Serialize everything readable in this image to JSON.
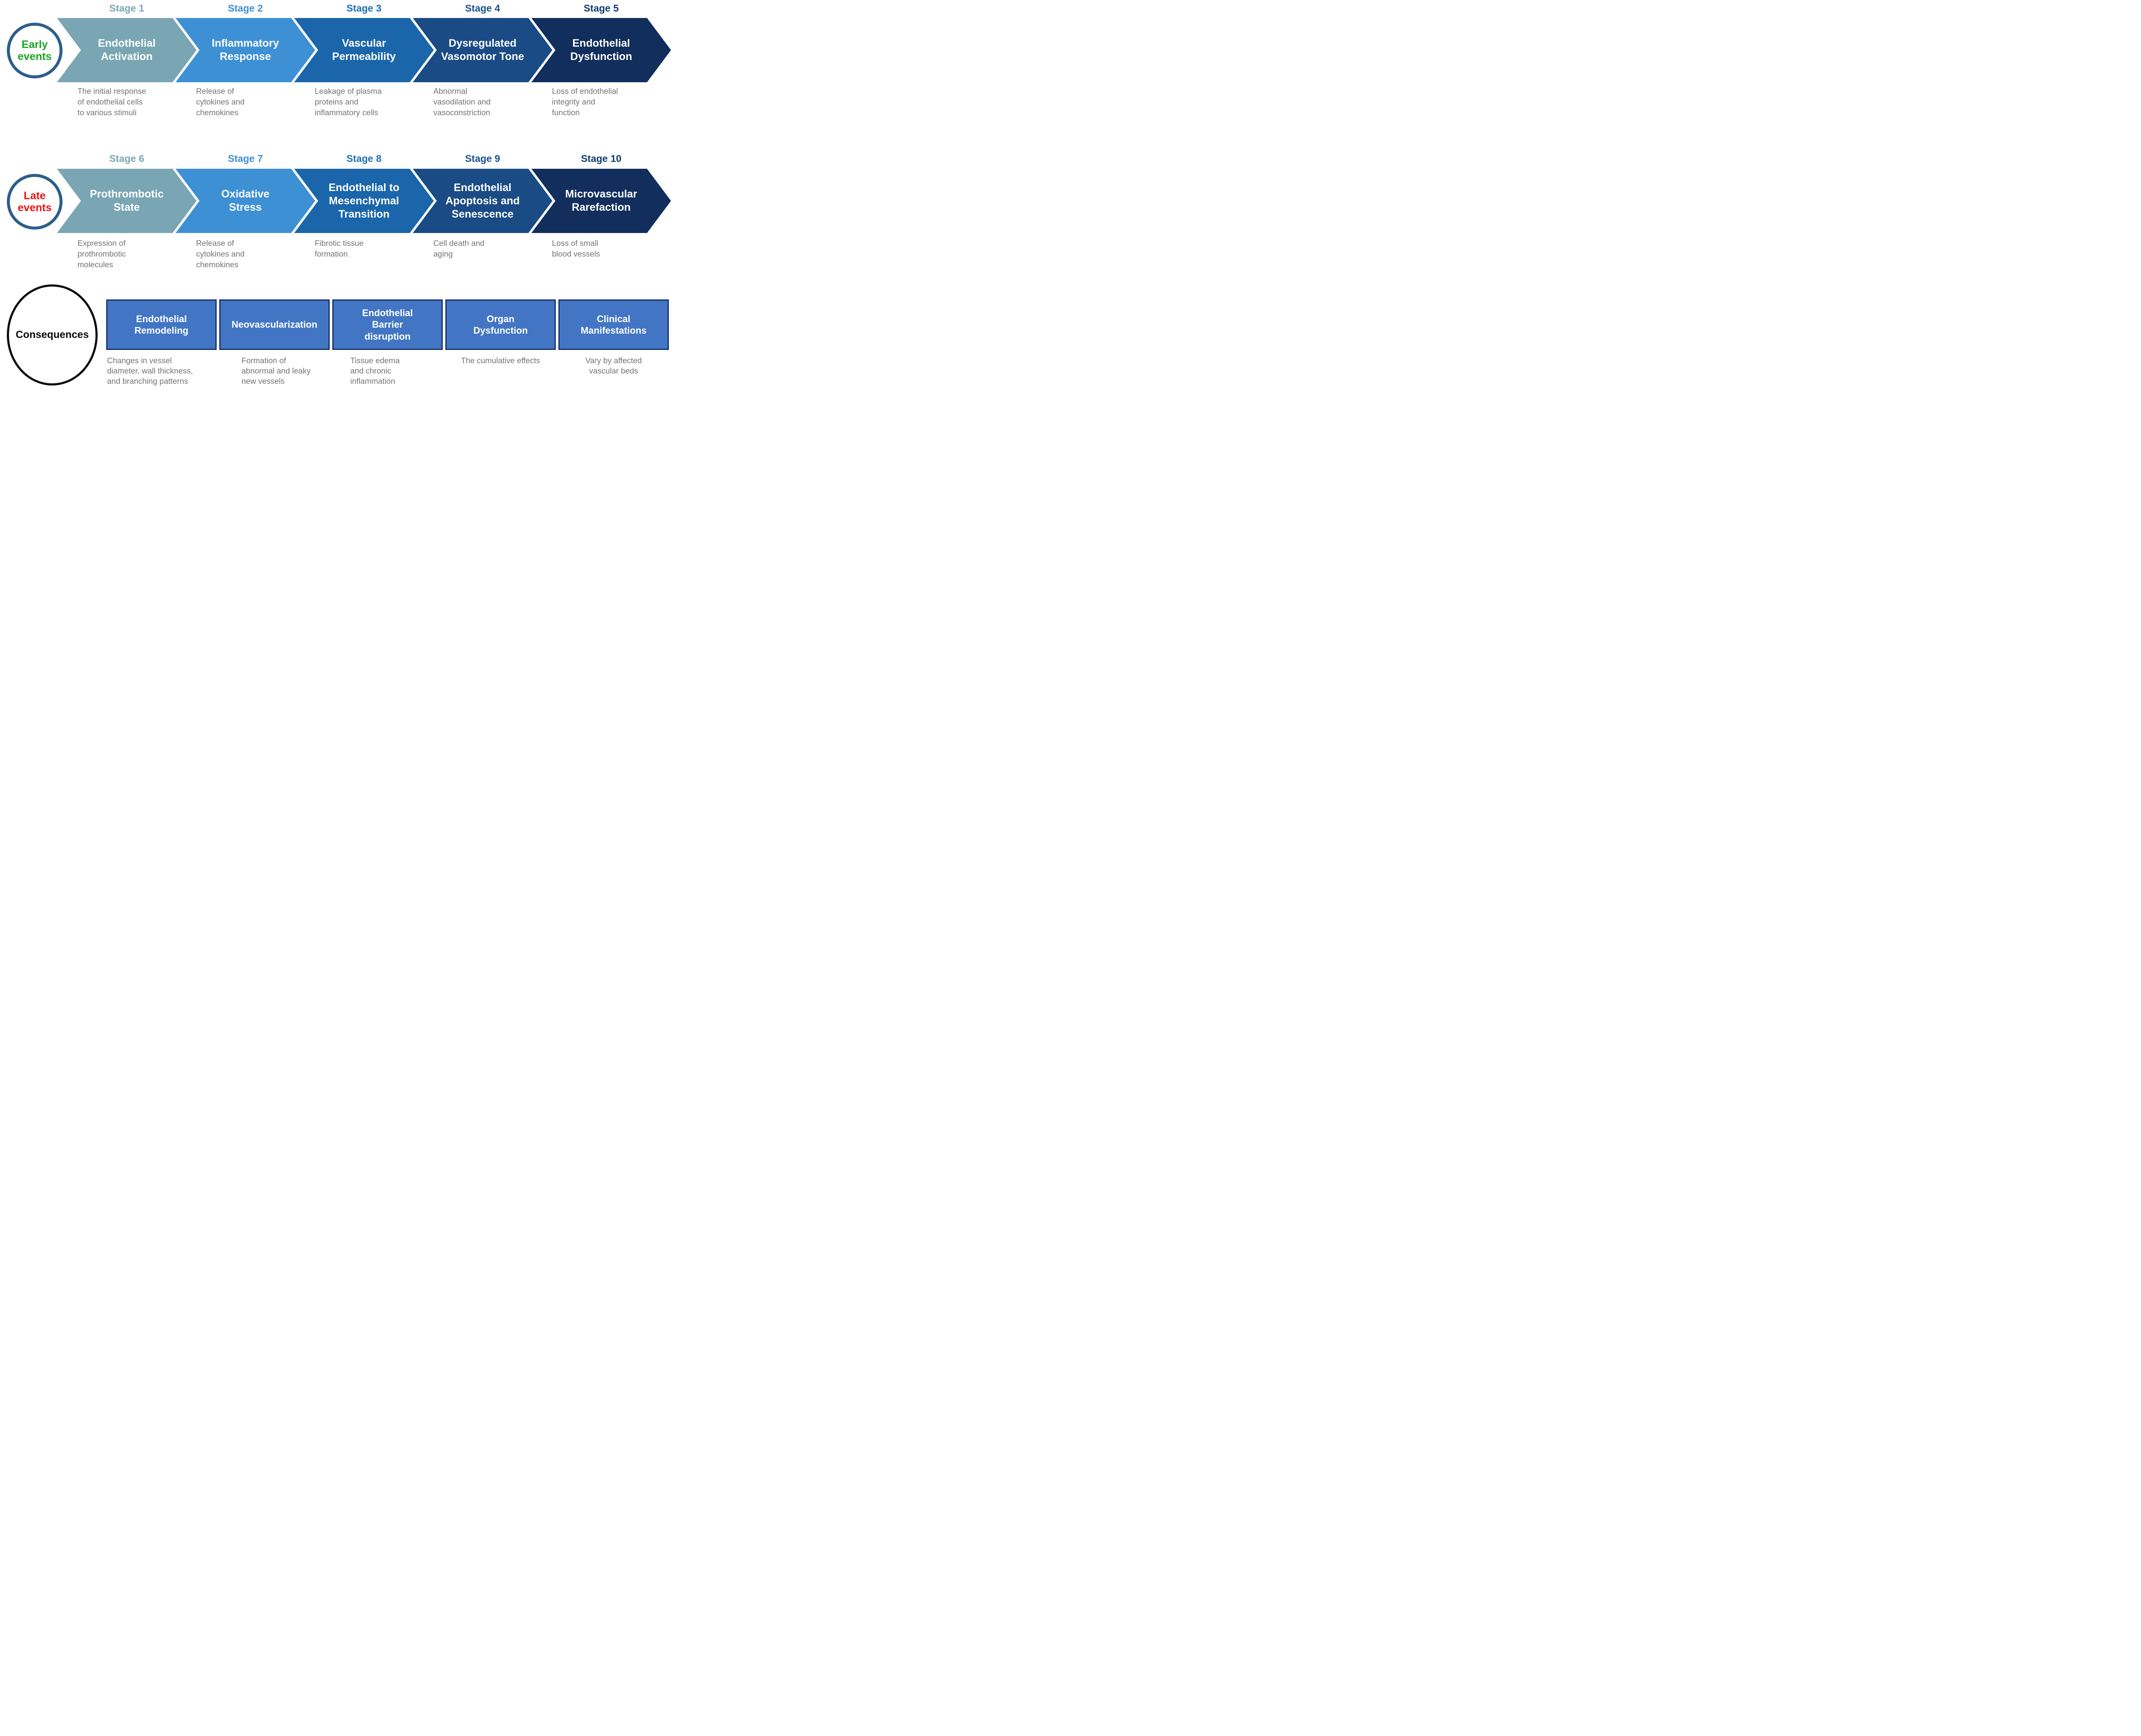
{
  "palette": {
    "stage_fills": [
      "#7AA6B3",
      "#3E90D5",
      "#1B66AB",
      "#1A4B85",
      "#112E5C"
    ],
    "stage_label_colors": [
      "#79A7B5",
      "#3E90D5",
      "#1E6FB6",
      "#1A518D",
      "#113C6E"
    ],
    "chevron_text": "#FFFFFF",
    "circle_ring_blue": "#2D5E8C",
    "early_green": "#1AA41F",
    "late_red": "#EC1212",
    "consequences_black": "#0B0B0B",
    "desc_gray": "#747474",
    "box_fill": "#4276C4",
    "box_border": "#1A3470"
  },
  "row1": {
    "circle_label": "Early\nevents",
    "stages": [
      {
        "label": "Stage 1",
        "title": "Endothelial\nActivation",
        "desc": "The initial response\nof endothelial cells\nto various stimuli"
      },
      {
        "label": "Stage 2",
        "title": "Inflammatory\nResponse",
        "desc": "Release of\ncytokines and\nchemokines"
      },
      {
        "label": "Stage 3",
        "title": "Vascular\nPermeability",
        "desc": "Leakage of plasma\nproteins and\ninflammatory cells"
      },
      {
        "label": "Stage 4",
        "title": "Dysregulated\nVasomotor Tone",
        "desc": "Abnormal\nvasodilation and\nvasoconstriction"
      },
      {
        "label": "Stage 5",
        "title": "Endothelial\nDysfunction",
        "desc": "Loss of endothelial\nintegrity and\nfunction"
      }
    ]
  },
  "row2": {
    "circle_label": "Late\nevents",
    "stages": [
      {
        "label": "Stage 6",
        "title": "Prothrombotic\nState",
        "desc": "Expression of\nprothrombotic\nmolecules"
      },
      {
        "label": "Stage 7",
        "title": "Oxidative\nStress",
        "desc": "Release of\ncytokines and\nchemokines"
      },
      {
        "label": "Stage 8",
        "title": "Endothelial to\nMesenchymal\nTransition",
        "desc": "Fibrotic tissue\nformation"
      },
      {
        "label": "Stage 9",
        "title": "Endothelial\nApoptosis and\nSenescence",
        "desc": "Cell death and\naging"
      },
      {
        "label": "Stage 10",
        "title": "Microvascular\nRarefaction",
        "desc": "Loss of small\nblood vessels"
      }
    ]
  },
  "row3": {
    "circle_label": "Consequences",
    "boxes": [
      {
        "title": "Endothelial\nRemodeling",
        "desc": "Changes in vessel\ndiameter, wall thickness,\nand branching patterns"
      },
      {
        "title": "Neovascularization",
        "desc": "Formation of\nabnormal and leaky\nnew vessels"
      },
      {
        "title": "Endothelial\nBarrier\ndisruption",
        "desc": "Tissue    edema\nand chronic\ninflammation"
      },
      {
        "title": "Organ\nDysfunction",
        "desc": "The cumulative effects"
      },
      {
        "title": "Clinical\nManifestations",
        "desc": "Vary by affected\nvascular beds"
      }
    ]
  }
}
